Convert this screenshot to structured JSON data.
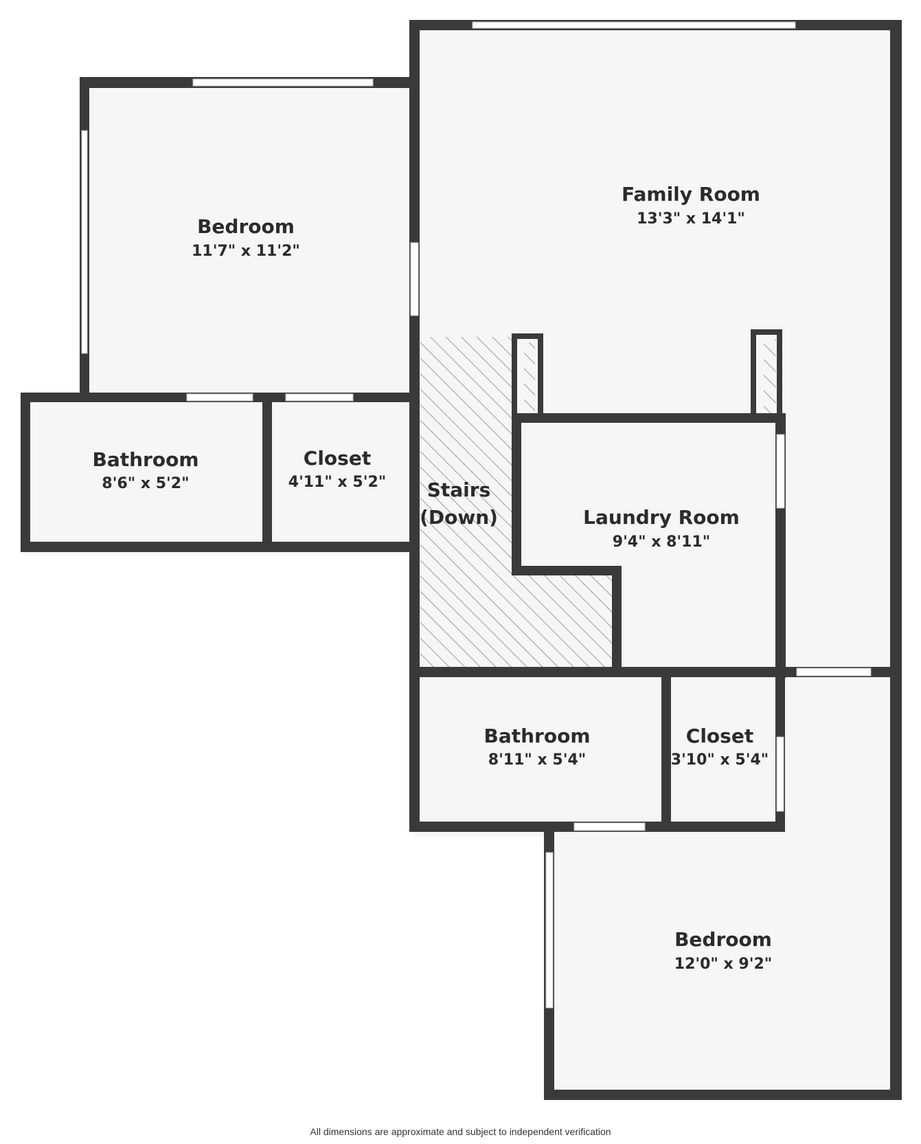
{
  "colors": {
    "wall": "#3a3a3a",
    "floor": "#f6f6f6",
    "window": "#ffffff",
    "stairs_hatch": "#9a9a9a"
  },
  "rooms": {
    "bedroom_upper": {
      "name": "Bedroom",
      "dim": "11'7\" x 11'2\""
    },
    "family_room": {
      "name": "Family Room",
      "dim": "13'3\" x 14'1\""
    },
    "bathroom_left": {
      "name": "Bathroom",
      "dim": "8'6\" x 5'2\""
    },
    "closet_left": {
      "name": "Closet",
      "dim": "4'11\" x 5'2\""
    },
    "stairs": {
      "name": "Stairs",
      "name2": "(Down)"
    },
    "laundry_room": {
      "name": "Laundry Room",
      "dim": "9'4\" x 8'11\""
    },
    "bathroom_lower": {
      "name": "Bathroom",
      "dim": "8'11\" x 5'4\""
    },
    "closet_lower": {
      "name": "Closet",
      "dim": "3'10\" x 5'4\""
    },
    "bedroom_lower": {
      "name": "Bedroom",
      "dim": "12'0\" x 9'2\""
    }
  },
  "disclaimer": "All dimensions are approximate and subject to independent verification"
}
